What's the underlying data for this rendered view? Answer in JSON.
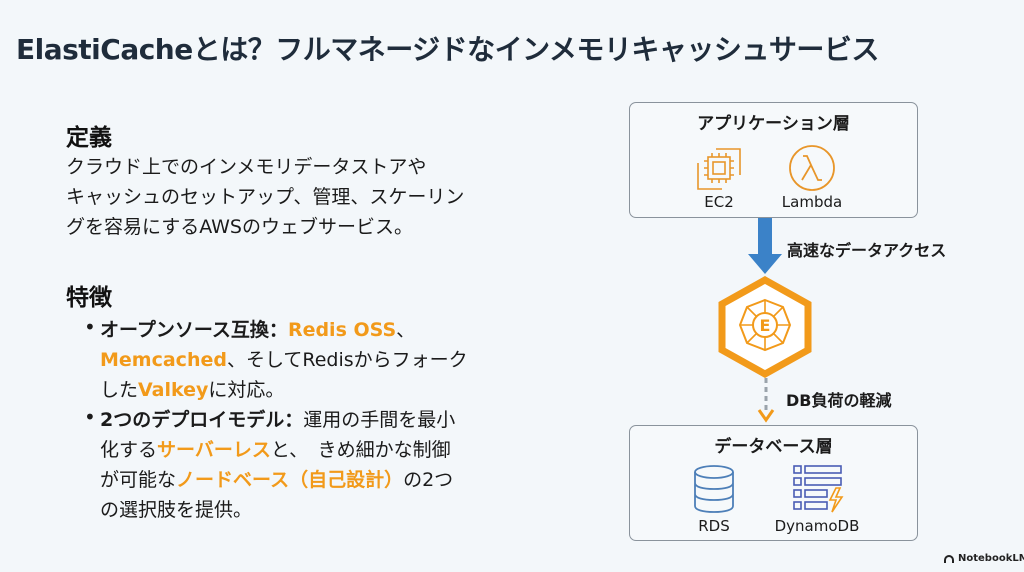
{
  "title": "ElastiCacheとは？フルマネージドなインメモリキャッシュサービス",
  "definition": {
    "heading": "定義",
    "lines": [
      "クラウド上でのインメモリデータストアや",
      "キャッシュのセットアップ、管理、スケーリン",
      "グを容易にするAWSのウェブサービス。"
    ]
  },
  "features": {
    "heading": "特徴",
    "bullet1": {
      "label": "オープンソース互換",
      "sep": "：",
      "h1": "Redis OSS",
      "t1": "、",
      "h2": "Memcached",
      "t2": "、そしてRedisからフォーク",
      "t3": "した",
      "h3": "Valkey",
      "t4": "に対応。"
    },
    "bullet2": {
      "label": "2つのデプロイモデル",
      "sep": "：",
      "t1": "運用の手間を最小",
      "t2": "化する",
      "h1": "サーバーレス",
      "t3": "と、　きめ細かな制御",
      "t4": "が可能な",
      "h2": "ノードベース（自己設計）",
      "t5": "の2つ",
      "t6": "の選択肢を提供。"
    }
  },
  "diagram": {
    "app_layer": "アプリケーション層",
    "ec2": "EC2",
    "lambda": "Lambda",
    "fast_access": "高速なデータアクセス",
    "db_load": "DB負荷の軽減",
    "db_layer": "データベース層",
    "rds": "RDS",
    "dynamodb": "DynamoDB",
    "elasticache_letter": "E"
  },
  "branding": "NotebookLM",
  "colors": {
    "accent": "#f29a1a",
    "arrow": "#3b82c8",
    "dynamo": "#4a5cb5"
  }
}
